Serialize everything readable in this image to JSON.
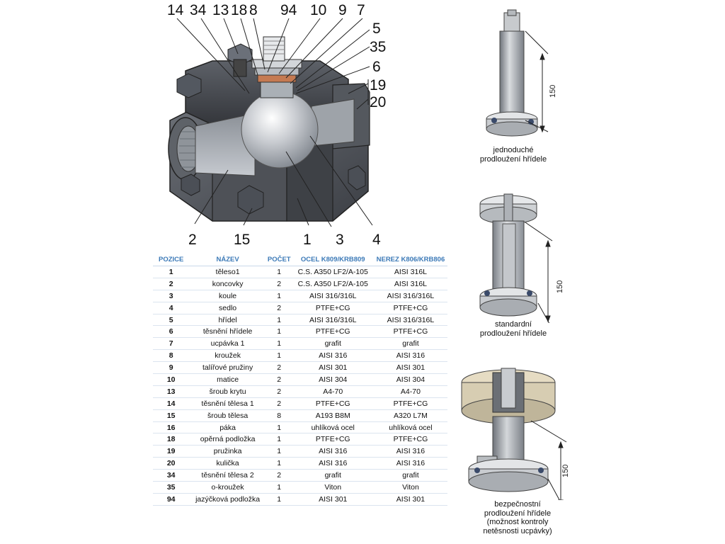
{
  "callouts_top": [
    "14",
    "34",
    "13",
    "18",
    "8",
    "94",
    "10",
    "9",
    "7"
  ],
  "callouts_right": [
    "5",
    "35",
    "6",
    "19",
    "20"
  ],
  "callouts_bottom": [
    "2",
    "15",
    "1",
    "3",
    "4"
  ],
  "table": {
    "headers": [
      "POZICE",
      "NÁZEV",
      "POČET",
      "OCEL K809/KRB809",
      "NEREZ K806/KRB806"
    ],
    "rows": [
      {
        "pos": "1",
        "name": "těleso1",
        "count": "1",
        "steel": "C.S. A350 LF2/A-105",
        "ss": "AISI 316L"
      },
      {
        "pos": "2",
        "name": "koncovky",
        "count": "2",
        "steel": "C.S. A350 LF2/A-105",
        "ss": "AISI 316L"
      },
      {
        "pos": "3",
        "name": "koule",
        "count": "1",
        "steel": "AISI 316/316L",
        "ss": "AISI 316/316L"
      },
      {
        "pos": "4",
        "name": "sedlo",
        "count": "2",
        "steel": "PTFE+CG",
        "ss": "PTFE+CG"
      },
      {
        "pos": "5",
        "name": "hřídel",
        "count": "1",
        "steel": "AISI 316/316L",
        "ss": "AISI 316/316L"
      },
      {
        "pos": "6",
        "name": "těsnění hřídele",
        "count": "1",
        "steel": "PTFE+CG",
        "ss": "PTFE+CG"
      },
      {
        "pos": "7",
        "name": "ucpávka 1",
        "count": "1",
        "steel": "grafit",
        "ss": "grafit"
      },
      {
        "pos": "8",
        "name": "kroužek",
        "count": "1",
        "steel": "AISI 316",
        "ss": "AISI 316"
      },
      {
        "pos": "9",
        "name": "talířové pružiny",
        "count": "2",
        "steel": "AISI 301",
        "ss": "AISI 301"
      },
      {
        "pos": "10",
        "name": "matice",
        "count": "2",
        "steel": "AISI 304",
        "ss": "AISI 304"
      },
      {
        "pos": "13",
        "name": "šroub krytu",
        "count": "2",
        "steel": "A4-70",
        "ss": "A4-70"
      },
      {
        "pos": "14",
        "name": "těsnění tělesa 1",
        "count": "2",
        "steel": "PTFE+CG",
        "ss": "PTFE+CG"
      },
      {
        "pos": "15",
        "name": "šroub tělesa",
        "count": "8",
        "steel": "A193 B8M",
        "ss": "A320 L7M"
      },
      {
        "pos": "16",
        "name": "páka",
        "count": "1",
        "steel": "uhlíková ocel",
        "ss": "uhlíková ocel"
      },
      {
        "pos": "18",
        "name": "opěrná podložka",
        "count": "1",
        "steel": "PTFE+CG",
        "ss": "PTFE+CG"
      },
      {
        "pos": "19",
        "name": "pružinka",
        "count": "1",
        "steel": "AISI 316",
        "ss": "AISI 316"
      },
      {
        "pos": "20",
        "name": "kulička",
        "count": "1",
        "steel": "AISI 316",
        "ss": "AISI 316"
      },
      {
        "pos": "34",
        "name": "těsnění tělesa 2",
        "count": "2",
        "steel": "grafit",
        "ss": "grafit"
      },
      {
        "pos": "35",
        "name": "o-kroužek",
        "count": "1",
        "steel": "Viton",
        "ss": "Viton"
      },
      {
        "pos": "94",
        "name": "jazýčková podložka",
        "count": "1",
        "steel": "AISI 301",
        "ss": "AISI 301"
      }
    ]
  },
  "extensions": [
    {
      "dimension": "150",
      "caption": [
        "jednoduché",
        "prodloužení hřídele"
      ]
    },
    {
      "dimension": "150",
      "caption": [
        "standardní",
        "prodloužení hřídele"
      ]
    },
    {
      "dimension": "150",
      "caption": [
        "bezpečnostní",
        "prodloužení hřídele",
        "(možnost kontroly",
        "netěsnosti ucpávky)"
      ]
    }
  ]
}
